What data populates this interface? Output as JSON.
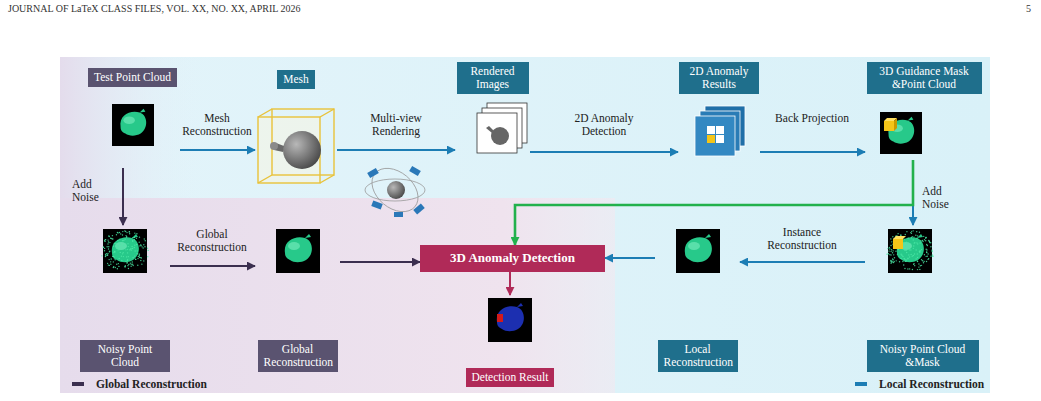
{
  "diagram": {
    "nodes": [
      {
        "text": [
          "Test Point Cloud"
        ]
      },
      {
        "text": [
          "Mesh"
        ]
      },
      {
        "text": [
          "Rendered Images"
        ]
      },
      {
        "text": [
          "2D Anomaly Results"
        ]
      },
      {
        "text": [
          "3D Guidance Mask &Point Cloud"
        ]
      },
      {
        "text": [
          "Noisy Point Cloud"
        ]
      },
      {
        "text": [
          "Global Reconstruction"
        ]
      },
      {
        "text": [
          "3D Anomaly Detection"
        ]
      },
      {
        "text": [
          "Detection Result"
        ]
      },
      {
        "text": [
          "Local Reconstruction"
        ]
      },
      {
        "text": [
          "Noisy Point Cloud &Mask"
        ]
      }
    ],
    "edges": [
      {
        "from": 0,
        "to": 1,
        "arrow": "to",
        "label": "Mesh Reconstruction"
      },
      {
        "from": 1,
        "to": 2,
        "arrow": "to",
        "label": "Multi-view Rendering"
      },
      {
        "from": 2,
        "to": 3,
        "arrow": "to",
        "label": "2D Anomaly Detection"
      },
      {
        "from": 3,
        "to": 4,
        "arrow": "to",
        "label": "Back Projection"
      },
      {
        "from": 0,
        "to": 5,
        "arrow": "to",
        "label": "Add Noise"
      },
      {
        "from": 4,
        "to": 10,
        "arrow": "to",
        "label": "Add Noise"
      },
      {
        "from": 5,
        "to": 6,
        "arrow": "to",
        "label": "Global Reconstruction"
      },
      {
        "from": 6,
        "to": 7,
        "arrow": "to"
      },
      {
        "from": 10,
        "to": 9,
        "arrow": "to",
        "label": "Instance Reconstruction"
      },
      {
        "from": 9,
        "to": 7,
        "arrow": "to"
      },
      {
        "from": 4,
        "to": 7,
        "arrow": "to"
      },
      {
        "from": 7,
        "to": 8,
        "arrow": "to"
      }
    ],
    "labels": [
      "JOURNAL OF LaTeX CLASS FILES, VOL. XX, NO. XX, APRIL 2026",
      "5"
    ],
    "legend": [
      {
        "text": "Global Reconstruction",
        "color": "#3b2f4f"
      },
      {
        "text": "Local Reconstruction",
        "color": "#1c7db4"
      }
    ]
  }
}
